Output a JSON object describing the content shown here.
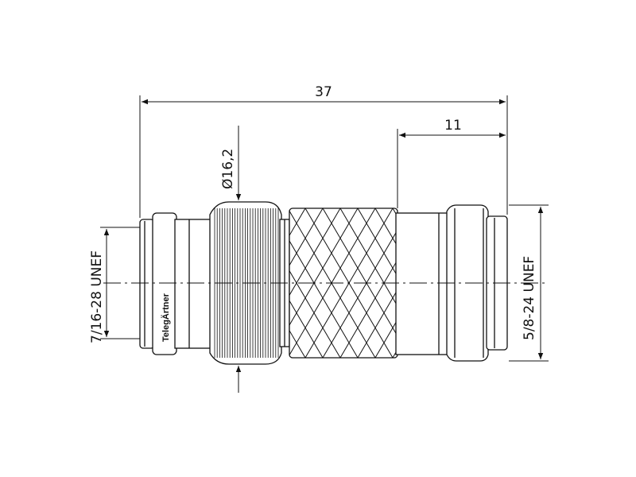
{
  "dimensions": {
    "overall_length": "37",
    "right_section_length": "11",
    "body_diameter": "Ø16,2",
    "left_thread": "7/16-28 UNEF",
    "right_thread": "5/8-24 UNEF"
  },
  "brand": {
    "logo": "TelegÄrtner"
  },
  "colors": {
    "line": "#111111",
    "fill": "#ffffff"
  }
}
